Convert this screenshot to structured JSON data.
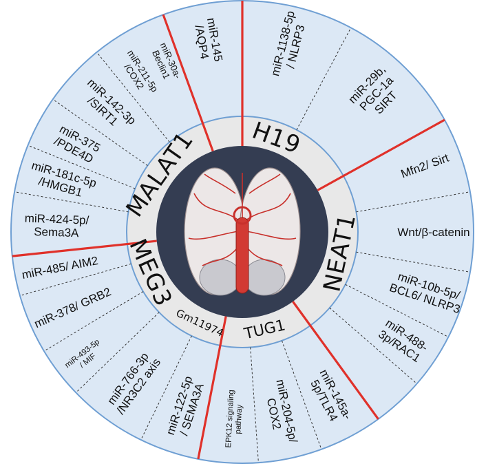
{
  "colors": {
    "outer_fill": "#dce8f5",
    "ring_stroke": "#6f9fd3",
    "inner_fill": "#e8e8e8",
    "core_fill": "#343d52",
    "divider_red": "#e0312a",
    "divider_dash": "#333333"
  },
  "inner_ring": {
    "h19": "H19",
    "neat1": "NEAT1",
    "tug1": "TUG1",
    "gm11974": "Gm11974",
    "meg3": "MEG3",
    "malat1": "MALAT1"
  },
  "outer_ring": {
    "h19_1": [
      "miR-1138-5p",
      "/ NLRP3"
    ],
    "h19_2": [
      "miR-29b,",
      "PGC-1a",
      "SIRT"
    ],
    "neat1_1": [
      "Mfn2/ Sirt"
    ],
    "neat1_2": [
      "Wnt/β-catenin"
    ],
    "neat1_3": [
      "miR-10b-5p/",
      "BCL6/ NLRP3"
    ],
    "neat1_4": [
      "miR-488-",
      "3p/RAC1"
    ],
    "tug1_1": [
      "miR-145a-",
      "5p/TLR4"
    ],
    "tug1_2": [
      "miR-204-5p/",
      "COX2"
    ],
    "tug1_3": [
      "EPK12 signaling",
      "pathway"
    ],
    "gm_1": [
      "miR-122-5p",
      "/ SEMA3A"
    ],
    "gm_2": [
      "miR-766-3p",
      "/NR3C2 axis"
    ],
    "meg3_1": [
      "miR-493-5p",
      "/ MIF"
    ],
    "meg3_2": [
      "miR-378/ GRB2"
    ],
    "meg3_3": [
      "miR-485/ AIM2"
    ],
    "meg3_4": [
      "miR-424-5p/",
      "Sema3A"
    ],
    "malat1_1": [
      "miR-181c-5p",
      "/HMGB1"
    ],
    "malat1_2": [
      "miR-375",
      "/PDE4D"
    ],
    "malat1_3": [
      "miR-142-3p",
      "/SIRT1"
    ],
    "malat1_4": [
      "miR-211-5p",
      "/COX2"
    ],
    "malat1_5": [
      "miR-30a-",
      "Beclin1"
    ],
    "malat1_6": [
      "miR-145",
      "/AQP4"
    ]
  }
}
